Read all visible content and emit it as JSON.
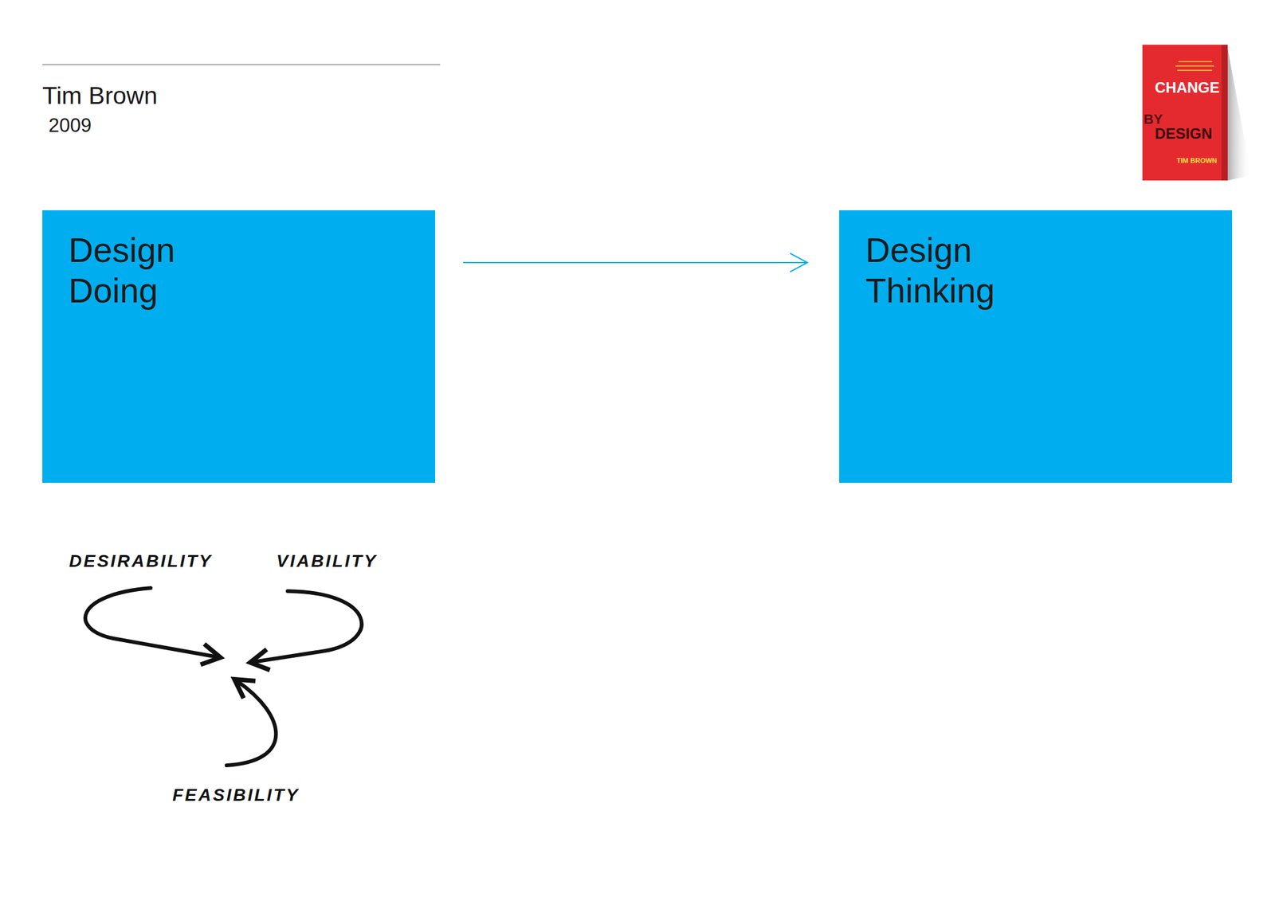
{
  "diagram": {
    "title": "Tim Brown",
    "nodes": [
      {
        "text": [
          "Design Doing"
        ]
      },
      {
        "text": [
          "Design Thinking"
        ]
      }
    ],
    "edges": [
      {
        "from": 0,
        "to": 1,
        "arrow": "to"
      }
    ],
    "labels": [
      "2009",
      "CHANGE",
      "BY",
      "DESIGN",
      "TIM BROWN",
      "DESIRABILITY",
      "VIABILITY",
      "FEASIBILITY"
    ]
  }
}
